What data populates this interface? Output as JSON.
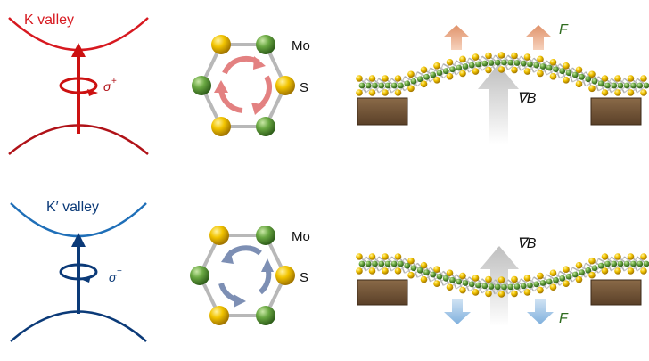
{
  "top": {
    "valley_label": "K valley",
    "polarization_label": "σ",
    "polarization_sign": "+",
    "atom_mo_label": "Mo",
    "atom_s_label": "S",
    "gradient_label": "∇B",
    "force_label": "F"
  },
  "bottom": {
    "valley_label": "K′ valley",
    "polarization_label": "σ",
    "polarization_sign": "−",
    "atom_mo_label": "Mo",
    "atom_s_label": "S",
    "gradient_label": "∇B",
    "force_label": "F"
  },
  "colors": {
    "k_valley": "#d71920",
    "k_prime_valley": "#1f6fb8",
    "k_prime_dark": "#0b3a78",
    "sigma_plus_arrows": "#e38181",
    "sigma_minus_arrows": "#7d8fb4",
    "force_up": "#e8a07a",
    "force_down": "#8db9e1",
    "field_gradient": "#c9c9c9",
    "sulfur": "#e8b400",
    "molybdenum": "#5c9a3a",
    "support": "#6e5236",
    "force_label": "#2e6b1e"
  }
}
